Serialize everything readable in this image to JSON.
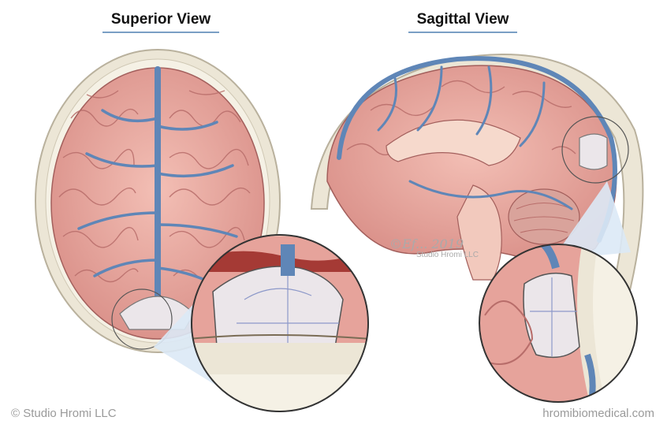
{
  "titles": {
    "superior": "Superior View",
    "sagittal": "Sagittal View"
  },
  "footer": {
    "copyright": "© Studio Hromi LLC",
    "website": "hromibiomedical.com"
  },
  "signature": {
    "artist_mark": "©Ef... 2019",
    "studio": "Studio Hromi LLC"
  },
  "colors": {
    "brain": "#e9a7a0",
    "brain_dark": "#b86d6a",
    "vessel": "#5f86b7",
    "skull": "#ece6d6",
    "skull_edge": "#b9b19d",
    "graft": "#ebe6ea",
    "callout_bg": "#dce9f6"
  }
}
